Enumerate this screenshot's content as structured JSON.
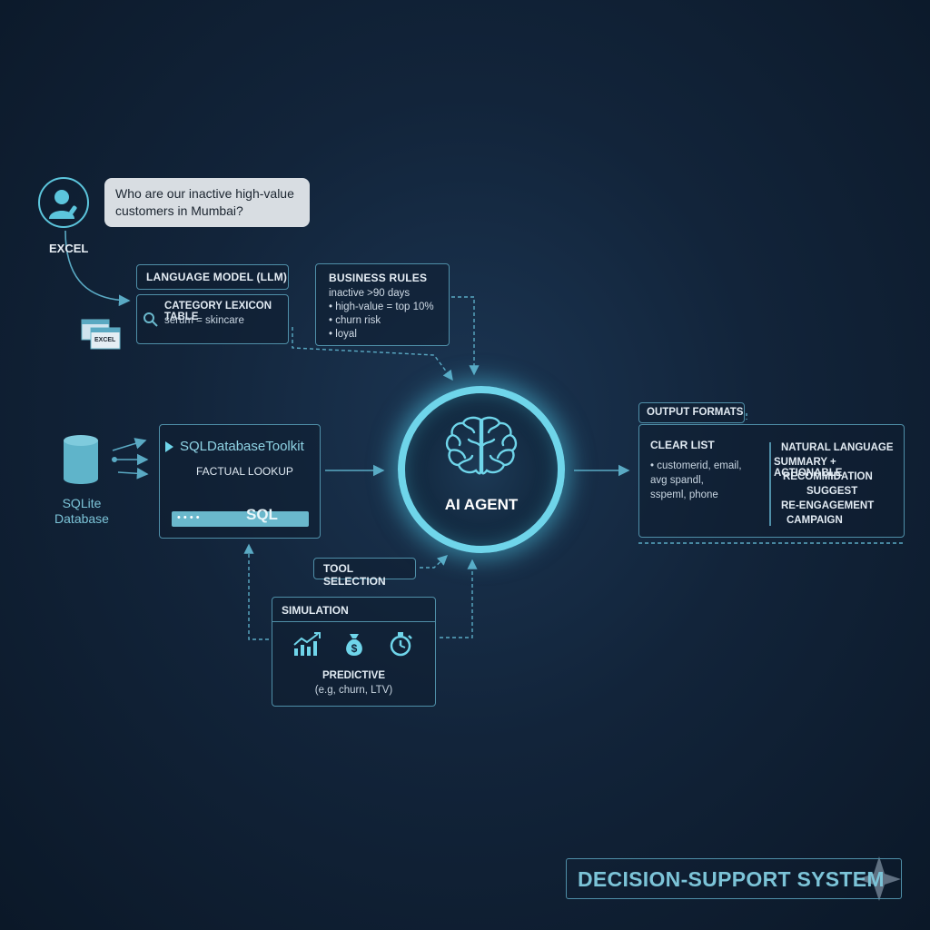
{
  "user": {
    "question": "Who are our inactive high-value customers in Mumbai?",
    "source_label": "EXCEL",
    "file_icon_label": "EXCEL"
  },
  "llm": {
    "title": "LANGUAGE MODEL (LLM)",
    "table_title": "CATEGORY LEXICON TABLE",
    "table_entry": "serum = skincare"
  },
  "business_rules": {
    "title": "BUSINESS RULES",
    "items": [
      "inactive >90 days",
      "• high-value = top 10%",
      "• churn risk",
      "• loyal"
    ]
  },
  "agent": {
    "label": "AI AGENT"
  },
  "database": {
    "label_line1": "SQLite",
    "label_line2": "Database"
  },
  "sql_toolkit": {
    "title": "SQLDatabaseToolkit",
    "subtitle": "FACTUAL LOOKUP",
    "bar_label": "SQL",
    "bar_dots": "• • • •"
  },
  "tool_selection": {
    "label": "TOOL SELECTION"
  },
  "simulation": {
    "title": "SIMULATION",
    "heading": "PREDICTIVE",
    "detail": "(e.g, churn, LTV)",
    "icons": [
      "chart-growth-icon",
      "money-bag-icon",
      "stopwatch-icon"
    ]
  },
  "outputs": {
    "title": "OUTPUT FORMATS",
    "left_title": "CLEAR LIST",
    "left_lines": [
      "• customerid, email,",
      "avg spandl,",
      "sspeml, phone"
    ],
    "right_lines": [
      "NATURAL LANGUAGE",
      "SUMMARY + ACTIONABLE",
      "RECOMMIDATION",
      "SUGGEST",
      "RE-ENGAGEMENT",
      "CAMPAIGN"
    ]
  },
  "footer": {
    "label": "DECISION-SUPPORT SYSTEM"
  },
  "colors": {
    "accent": "#6fd5ea",
    "line": "#4f8fa8",
    "bg": "#12243a"
  }
}
